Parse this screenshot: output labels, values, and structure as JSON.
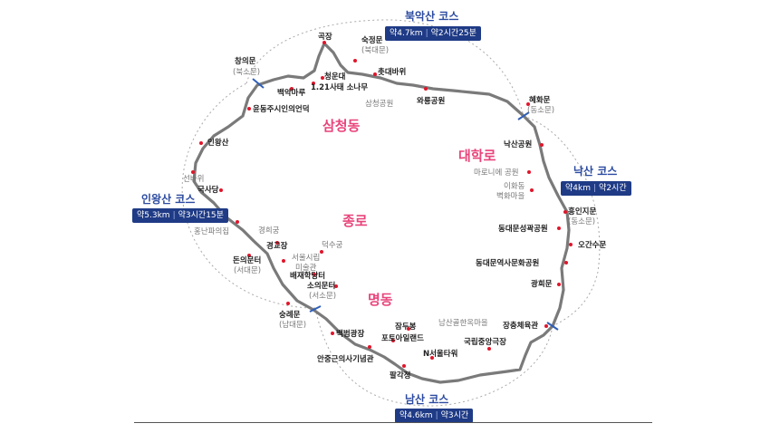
{
  "map": {
    "districts": [
      {
        "id": "samcheong",
        "name": "삼청동"
      },
      {
        "id": "daehakro",
        "name": "대학로"
      },
      {
        "id": "jongno",
        "name": "종로"
      },
      {
        "id": "myeongdong",
        "name": "명동"
      }
    ],
    "courses": {
      "bugaksan": {
        "title": "북악산 코스",
        "distance": "약4.7km",
        "time": "약2시간25분"
      },
      "naksan": {
        "title": "낙산 코스",
        "distance": "약4km",
        "time": "약2시간"
      },
      "inwangsan": {
        "title": "인왕산 코스",
        "distance": "약5.3km",
        "time": "약3시간15분"
      },
      "namsan": {
        "title": "남산 코스",
        "distance": "약4.6km",
        "time": "약3시간"
      }
    },
    "places": {
      "gokjang": "곡장",
      "sukjeongmun": "숙정문",
      "sukjeongmun_sub": "(북대문)",
      "changuimun": "창의문",
      "changuimun_sub": "(북소문)",
      "cheongundae": "청운대",
      "chotdaebawi": "촛대바위",
      "sonamu_121": "1.21사태 소나무",
      "baegakmaru": "백악마루",
      "waryong_park": "와룡공원",
      "yundongju_hill": "윤동주시인의언덕",
      "samcheong_park": "삼청공원",
      "hyehwamun": "혜화문",
      "hyehwamun_sub": "(동소문)",
      "inwangsan": "인왕산",
      "naksan_park": "낙산공원",
      "marronnier_park": "마로니에 공원",
      "seonbawi": "선바위",
      "guksadang": "국사당",
      "ihwadong": "이화동",
      "ihwadong2": "벽화마을",
      "heunginjimun": "흥인지문",
      "heunginjimun_sub": "(동소문)",
      "gyeonghuigung": "경희궁",
      "hongnan_house": "홍난파의집",
      "ddp_park": "동대문성곽공원",
      "ogansumun": "오간수문",
      "gyeonggyojang": "경교장",
      "deoksugung": "덕수궁",
      "seoul_museum": "서울시립",
      "seoul_museum2": "미술관",
      "donuimun": "돈의문터",
      "donuimun_sub": "(서대문)",
      "baejae": "배재학당터",
      "ddp_history": "동대문역사문화공원",
      "souimun": "소의문터",
      "souimun_sub": "(서소문)",
      "gwanghuimun": "광희문",
      "sungnyemun": "숭례문",
      "sungnyemun_sub": "(남대문)",
      "namsangol": "남산골한옥마을",
      "jangchung": "장충체육관",
      "baekbeom": "백범광장",
      "jamdubong": "잠두봉",
      "photo_island": "포토아일랜드",
      "national_theater": "국립중앙극장",
      "n_tower": "N서울타워",
      "ahn_museum": "안중근의사기념관",
      "palgakjeong": "팔각정"
    },
    "colors": {
      "wall": "#7a7a7a",
      "dot": "#e0162b",
      "district": "#e8447a",
      "course_title": "#2b4aa0",
      "course_box": "#1f3b86",
      "gate_marker": "#2f5fb8",
      "dashed_ring": "#aaaaaa"
    }
  }
}
